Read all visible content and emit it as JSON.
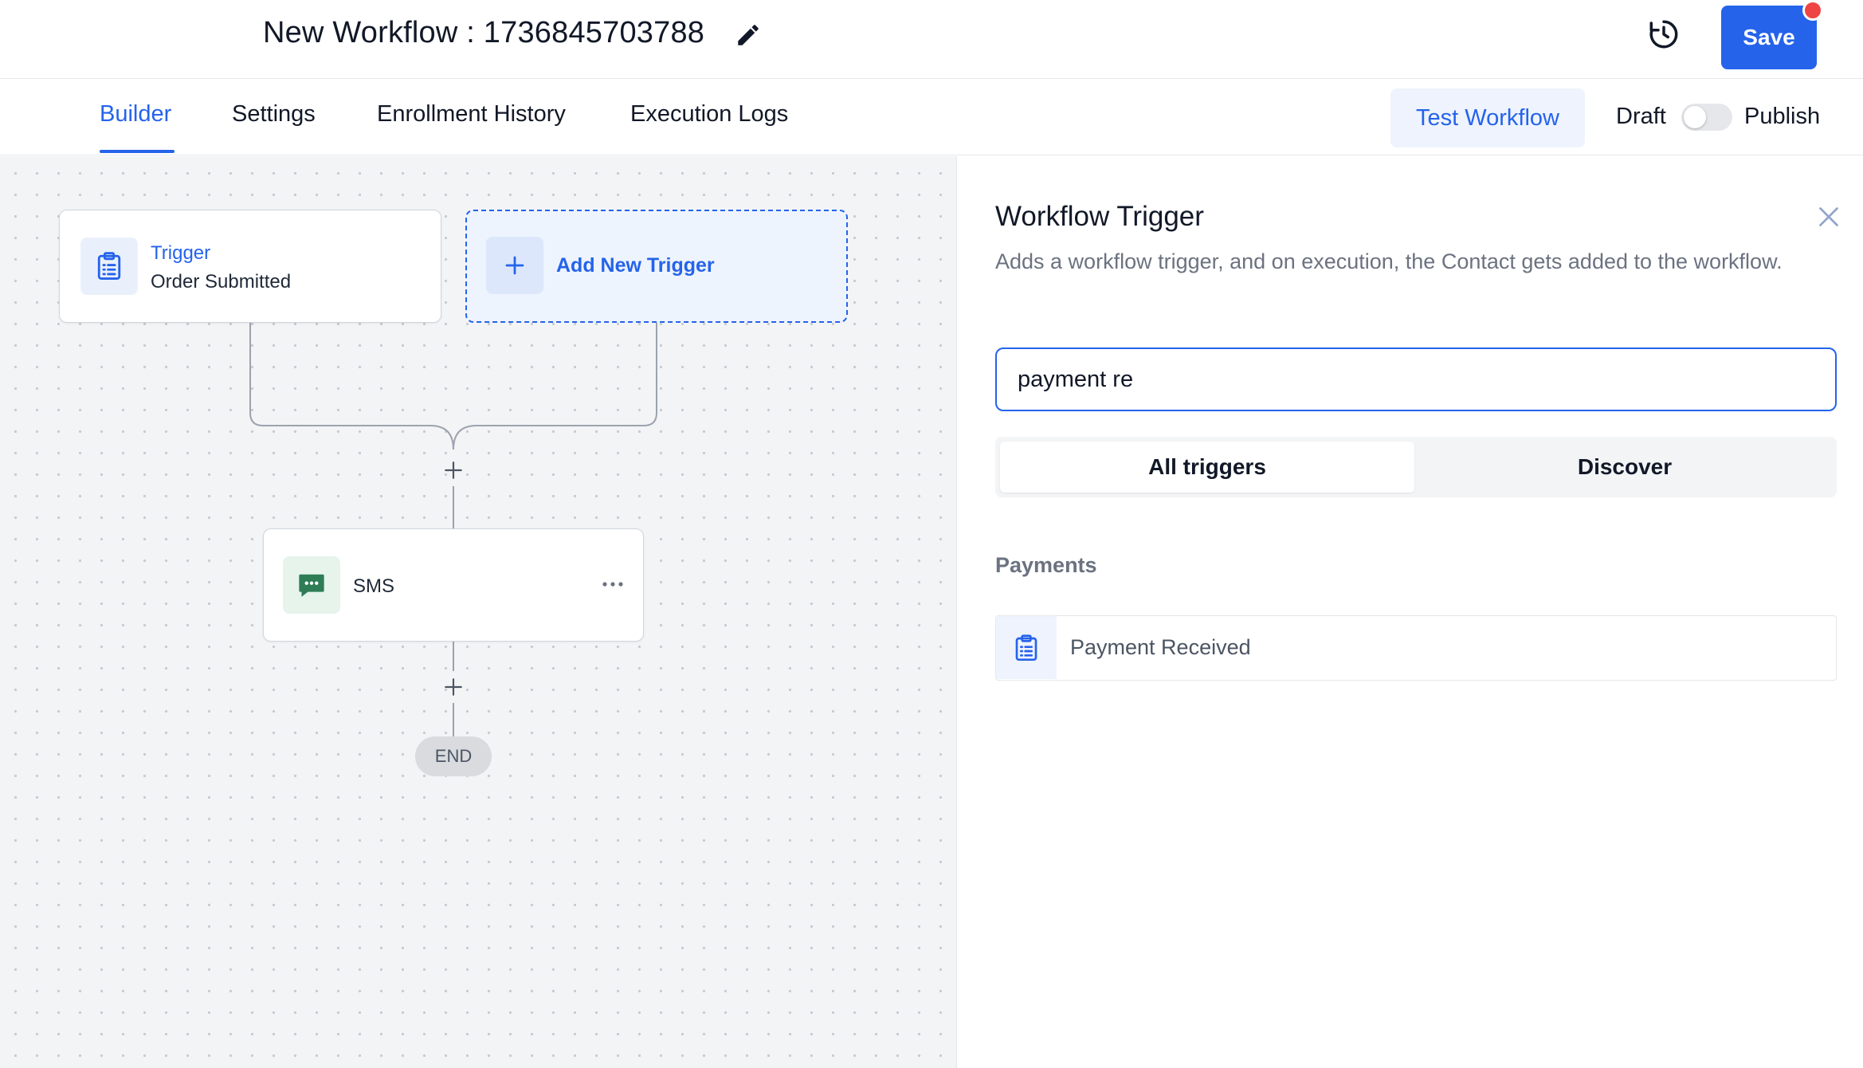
{
  "header": {
    "workflow_title": "New Workflow : 1736845703788",
    "save_label": "Save"
  },
  "tabs": [
    {
      "label": "Builder",
      "active": true
    },
    {
      "label": "Settings",
      "active": false
    },
    {
      "label": "Enrollment History",
      "active": false
    },
    {
      "label": "Execution Logs",
      "active": false
    }
  ],
  "actions": {
    "test_workflow_label": "Test Workflow",
    "draft_label": "Draft",
    "publish_label": "Publish",
    "published": false
  },
  "canvas": {
    "trigger": {
      "title": "Trigger",
      "subtitle": "Order Submitted",
      "icon": "clipboard-icon"
    },
    "add_trigger": {
      "label": "Add New Trigger",
      "icon": "plus-icon"
    },
    "actions": [
      {
        "label": "SMS",
        "icon": "chat-bubble-icon"
      }
    ],
    "end_label": "END"
  },
  "panel": {
    "title": "Workflow Trigger",
    "description": "Adds a workflow trigger, and on execution, the Contact gets added to the workflow.",
    "search_value": "payment re",
    "segments": [
      {
        "label": "All triggers",
        "active": true
      },
      {
        "label": "Discover",
        "active": false
      }
    ],
    "section_label": "Payments",
    "results": [
      {
        "label": "Payment Received",
        "icon": "clipboard-icon"
      }
    ]
  },
  "colors": {
    "accent": "#2563eb",
    "notification": "#ef4444",
    "sms_icon": "#2f7d57"
  }
}
